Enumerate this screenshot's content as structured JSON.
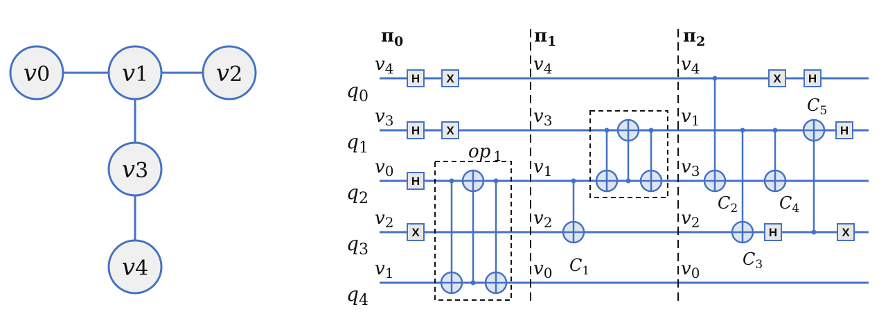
{
  "graph": {
    "nodes": [
      {
        "base": "v",
        "sub": "0"
      },
      {
        "base": "v",
        "sub": "1"
      },
      {
        "base": "v",
        "sub": "2"
      },
      {
        "base": "v",
        "sub": "3"
      },
      {
        "base": "v",
        "sub": "4"
      }
    ],
    "edges": [
      [
        "v0",
        "v1"
      ],
      [
        "v1",
        "v2"
      ],
      [
        "v1",
        "v3"
      ],
      [
        "v3",
        "v4"
      ]
    ]
  },
  "circuit": {
    "qubits": [
      {
        "base": "q",
        "sub": "0"
      },
      {
        "base": "q",
        "sub": "1"
      },
      {
        "base": "q",
        "sub": "2"
      },
      {
        "base": "q",
        "sub": "3"
      },
      {
        "base": "q",
        "sub": "4"
      }
    ],
    "layouts": [
      {
        "base": "π",
        "sub": "0",
        "mapping": [
          {
            "base": "v",
            "sub": "4"
          },
          {
            "base": "v",
            "sub": "3"
          },
          {
            "base": "v",
            "sub": "0"
          },
          {
            "base": "v",
            "sub": "2"
          },
          {
            "base": "v",
            "sub": "1"
          }
        ]
      },
      {
        "base": "π",
        "sub": "1",
        "mapping": [
          {
            "base": "v",
            "sub": "4"
          },
          {
            "base": "v",
            "sub": "3"
          },
          {
            "base": "v",
            "sub": "1"
          },
          {
            "base": "v",
            "sub": "2"
          },
          {
            "base": "v",
            "sub": "0"
          }
        ]
      },
      {
        "base": "π",
        "sub": "2",
        "mapping": [
          {
            "base": "v",
            "sub": "4"
          },
          {
            "base": "v",
            "sub": "1"
          },
          {
            "base": "v",
            "sub": "3"
          },
          {
            "base": "v",
            "sub": "2"
          },
          {
            "base": "v",
            "sub": "0"
          }
        ]
      }
    ],
    "gates": {
      "h": "H",
      "x": "X"
    },
    "op_label": {
      "base": "op",
      "sub": "1"
    },
    "cnot_labels": [
      {
        "base": "C",
        "sub": "1"
      },
      {
        "base": "C",
        "sub": "2"
      },
      {
        "base": "C",
        "sub": "3"
      },
      {
        "base": "C",
        "sub": "4"
      },
      {
        "base": "C",
        "sub": "5"
      }
    ]
  }
}
